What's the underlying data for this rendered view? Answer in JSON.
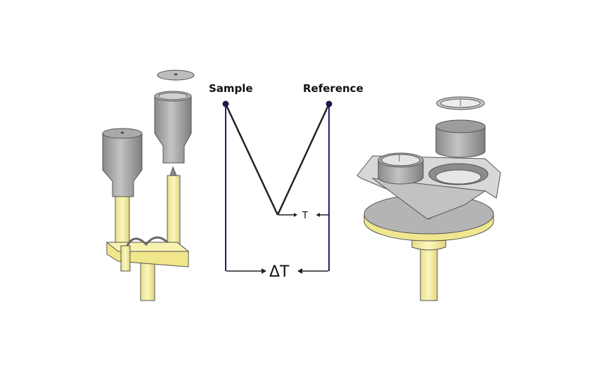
{
  "labels": {
    "sample": "Sample",
    "reference": "Reference",
    "tau": "T",
    "delta_t": "ΔT"
  },
  "colors": {
    "wire": "#1e1e6e",
    "junction": "#1a1a4e",
    "ceramic": "#f3ec9c",
    "crucible": "#9a9a9a",
    "holder": "#c8c8c8"
  }
}
